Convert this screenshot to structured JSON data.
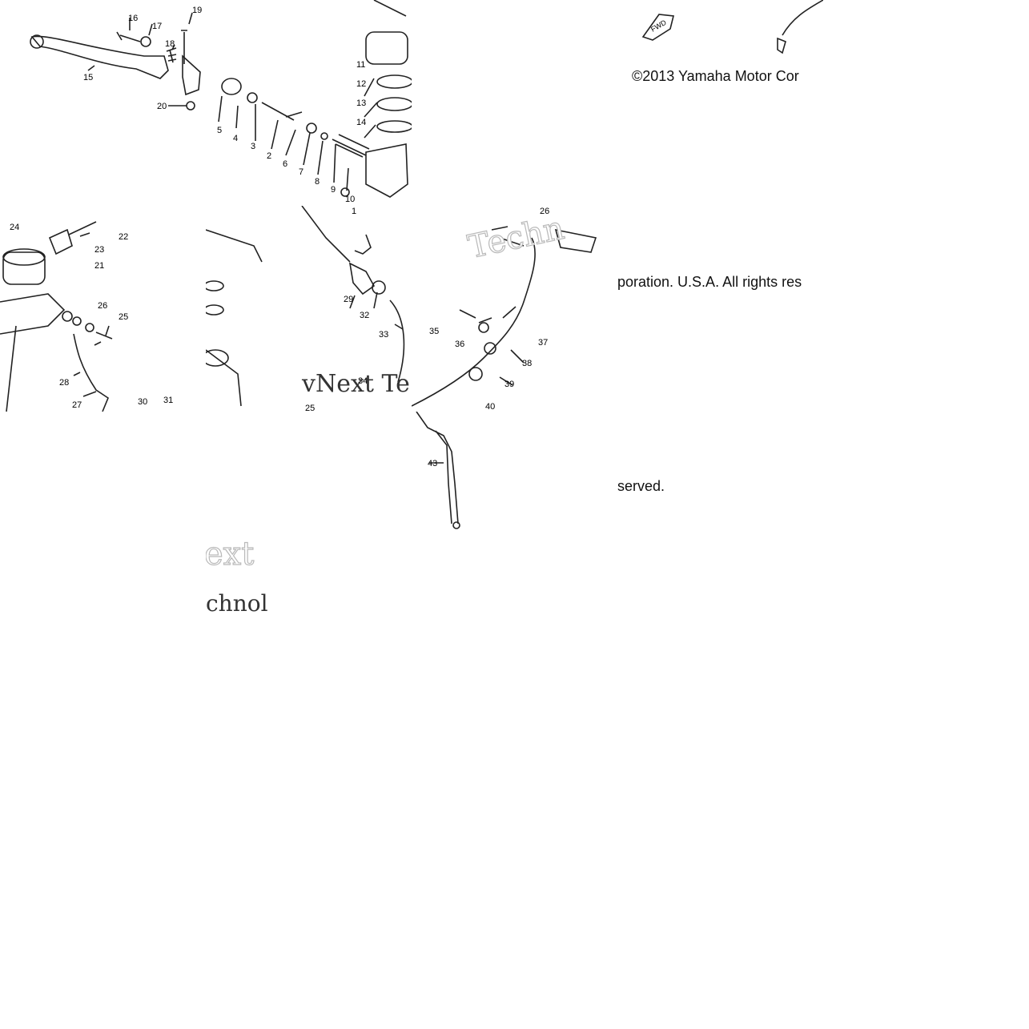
{
  "diagram": {
    "part_labels": [
      "1",
      "2",
      "3",
      "4",
      "5",
      "6",
      "7",
      "8",
      "9",
      "10",
      "11",
      "12",
      "13",
      "14",
      "15",
      "16",
      "17",
      "18",
      "19",
      "20",
      "21",
      "22",
      "23",
      "24",
      "25",
      "26",
      "27",
      "28",
      "29",
      "30",
      "31",
      "32",
      "33",
      "34",
      "35",
      "36",
      "37",
      "38",
      "39",
      "40",
      "43"
    ],
    "fwd_icon_text": "FWD"
  },
  "copyright": {
    "line1": "©2013 Yamaha Motor Cor",
    "line2": "poration. U.S.A. All rights res",
    "line3": "served."
  },
  "watermark": {
    "text_a": "vNext Te",
    "text_b": "Techn",
    "text_c": "ext",
    "text_d": "chnol"
  }
}
